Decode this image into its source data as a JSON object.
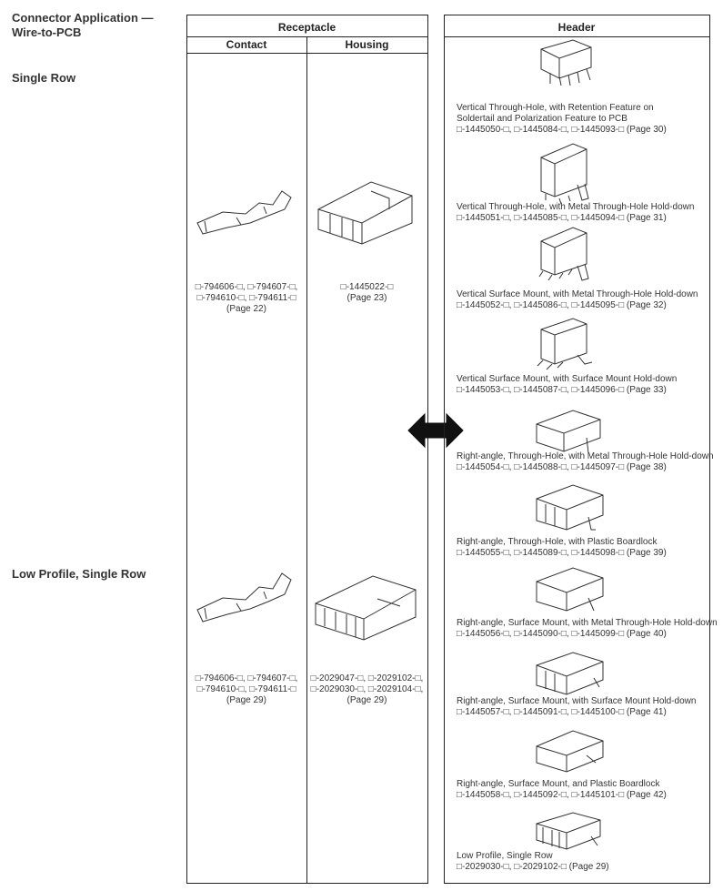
{
  "section_title": "Connector Application —",
  "section_title2": "Wire-to-PCB",
  "rows": [
    {
      "label": "Single Row"
    },
    {
      "label": "Low Profile, Single Row"
    }
  ],
  "receptacle": {
    "title": "Receptacle",
    "contact_header": "Contact",
    "housing_header": "Housing"
  },
  "header": {
    "title": "Header"
  },
  "single_row": {
    "contact": [
      "□-794606-□, □-794607-□,",
      "□-794610-□, □-794611-□",
      "(Page 22)"
    ],
    "housing": [
      "□-1445022-□",
      "(Page 23)"
    ]
  },
  "low_profile": {
    "contact": [
      "□-794606-□, □-794607-□,",
      "□-794610-□, □-794611-□",
      "(Page 29)"
    ],
    "housing": [
      "□-2029047-□, □-2029102-□,",
      "□-2029030-□, □-2029104-□,",
      "(Page 29)"
    ]
  },
  "header_items": [
    {
      "desc": "Vertical Through-Hole, with Retention Feature on",
      "desc2": "Soldertail and Polarization Feature to PCB",
      "parts": "□-1445050-□, □-1445084-□, □-1445093-□ (Page 30)"
    },
    {
      "desc": "Vertical Through-Hole, with Metal Through-Hole Hold-down",
      "parts": "□-1445051-□, □-1445085-□, □-1445094-□ (Page 31)"
    },
    {
      "desc": "Vertical Surface Mount, with Metal Through-Hole Hold-down",
      "parts": "□-1445052-□, □-1445086-□, □-1445095-□ (Page 32)"
    },
    {
      "desc": "Vertical Surface Mount, with Surface Mount Hold-down",
      "parts": "□-1445053-□, □-1445087-□, □-1445096-□ (Page 33)"
    },
    {
      "desc": "Right-angle, Through-Hole, with Metal Through-Hole Hold-down",
      "parts": "□-1445054-□, □-1445088-□, □-1445097-□ (Page 38)"
    },
    {
      "desc": "Right-angle, Through-Hole, with Plastic Boardlock",
      "parts": "□-1445055-□, □-1445089-□, □-1445098-□ (Page 39)"
    },
    {
      "desc": "Right-angle, Surface Mount, with Metal Through-Hole Hold-down",
      "parts": "□-1445056-□, □-1445090-□, □-1445099-□ (Page 40)"
    },
    {
      "desc": "Right-angle, Surface Mount, with Surface Mount Hold-down",
      "parts": "□-1445057-□, □-1445091-□, □-1445100-□ (Page 41)"
    },
    {
      "desc": "Right-angle, Surface Mount, and Plastic Boardlock",
      "parts": "□-1445058-□, □-1445092-□, □-1445101-□ (Page 42)"
    },
    {
      "desc": "Low Profile, Single Row",
      "parts": "□-2029030-□, □-2029102-□ (Page 29)"
    }
  ]
}
